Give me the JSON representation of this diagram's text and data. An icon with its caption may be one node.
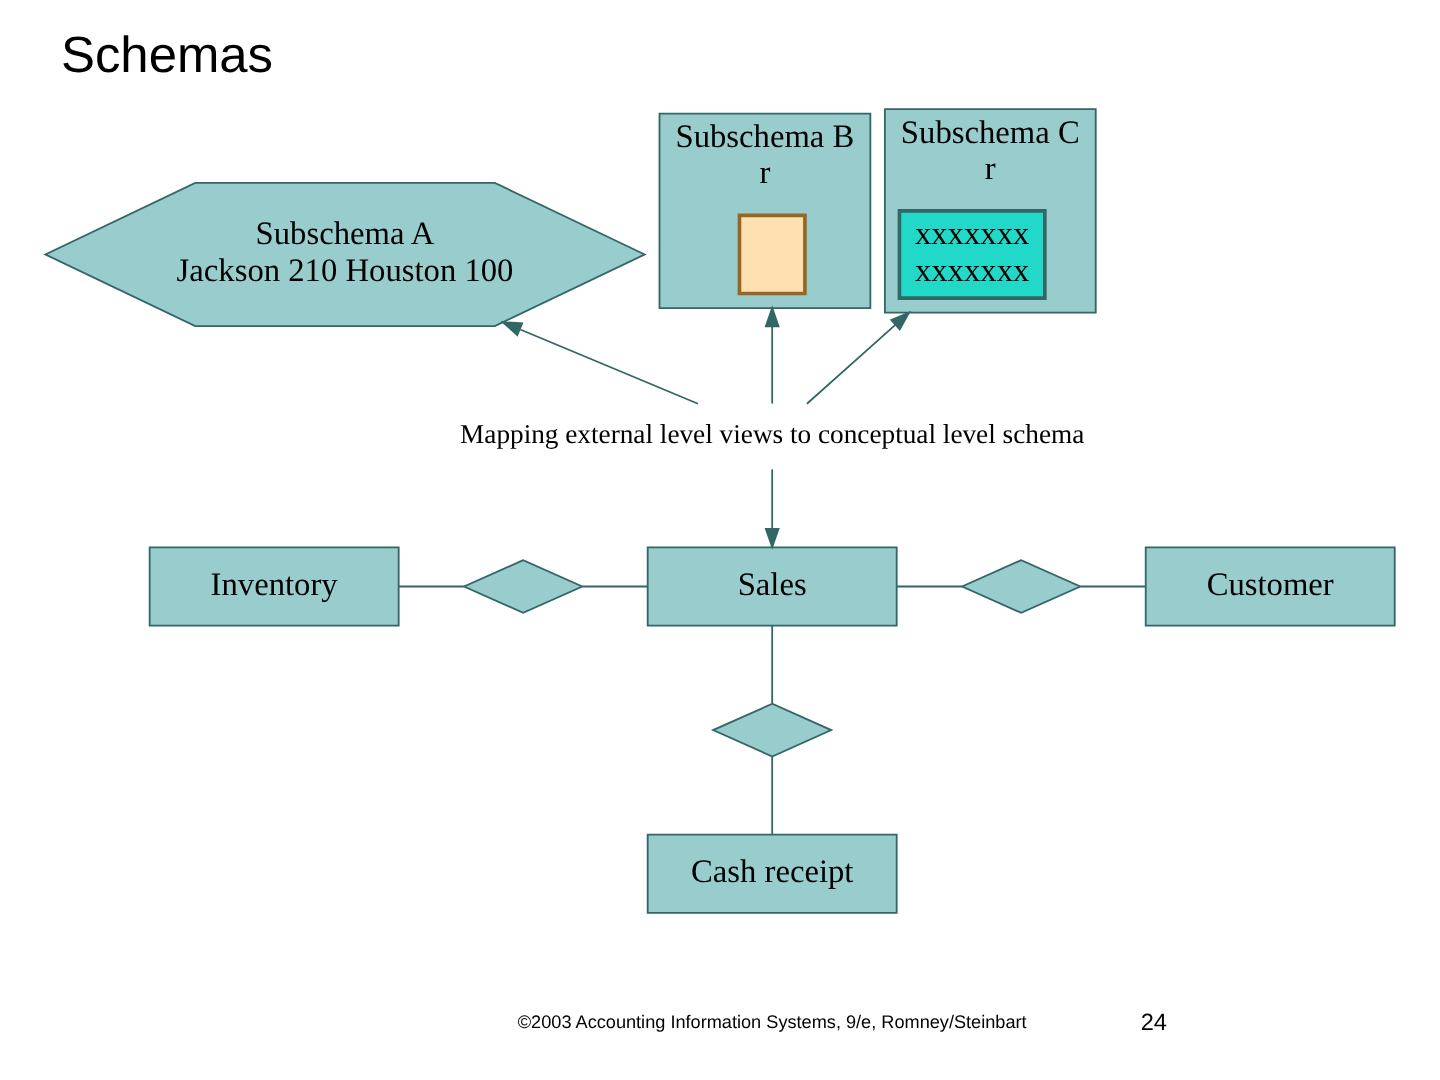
{
  "diagram": {
    "title": "Schemas",
    "nodes": [
      {
        "text": [
          "Subschema A",
          "Jackson 210 Houston 100"
        ]
      },
      {
        "text": [
          "Subschema B",
          "r"
        ]
      },
      {
        "text": [],
        "shape": "box",
        "in": 1
      },
      {
        "text": [
          "Subschema C",
          "r"
        ]
      },
      {
        "text": [
          "xxxxxxx",
          "xxxxxxx"
        ],
        "in": 3
      },
      {
        "text": [
          "Mapping external level views to conceptual level schema"
        ]
      },
      {
        "text": [
          "Inventory"
        ]
      },
      {
        "text": [],
        "shape": "diamond"
      },
      {
        "text": [
          "Sales"
        ]
      },
      {
        "text": [],
        "shape": "diamond"
      },
      {
        "text": [
          "Customer"
        ]
      },
      {
        "text": [],
        "shape": "diamond"
      },
      {
        "text": [
          "Cash receipt"
        ]
      }
    ],
    "edges": [
      {
        "from": 5,
        "to": 0,
        "arrow": "to"
      },
      {
        "from": 5,
        "to": 1,
        "arrow": "to"
      },
      {
        "from": 5,
        "to": 3,
        "arrow": "to"
      },
      {
        "from": 5,
        "to": 8,
        "arrow": "to"
      },
      {
        "from": 6,
        "to": 7,
        "arrow": "none"
      },
      {
        "from": 7,
        "to": 8,
        "arrow": "none"
      },
      {
        "from": 8,
        "to": 9,
        "arrow": "none"
      },
      {
        "from": 9,
        "to": 10,
        "arrow": "none"
      },
      {
        "from": 8,
        "to": 11,
        "arrow": "none"
      },
      {
        "from": 11,
        "to": 12,
        "arrow": "none"
      }
    ],
    "labels": [
      "©2003 Accounting Information Systems, 9/e, Romney/Steinbart",
      "24"
    ]
  }
}
